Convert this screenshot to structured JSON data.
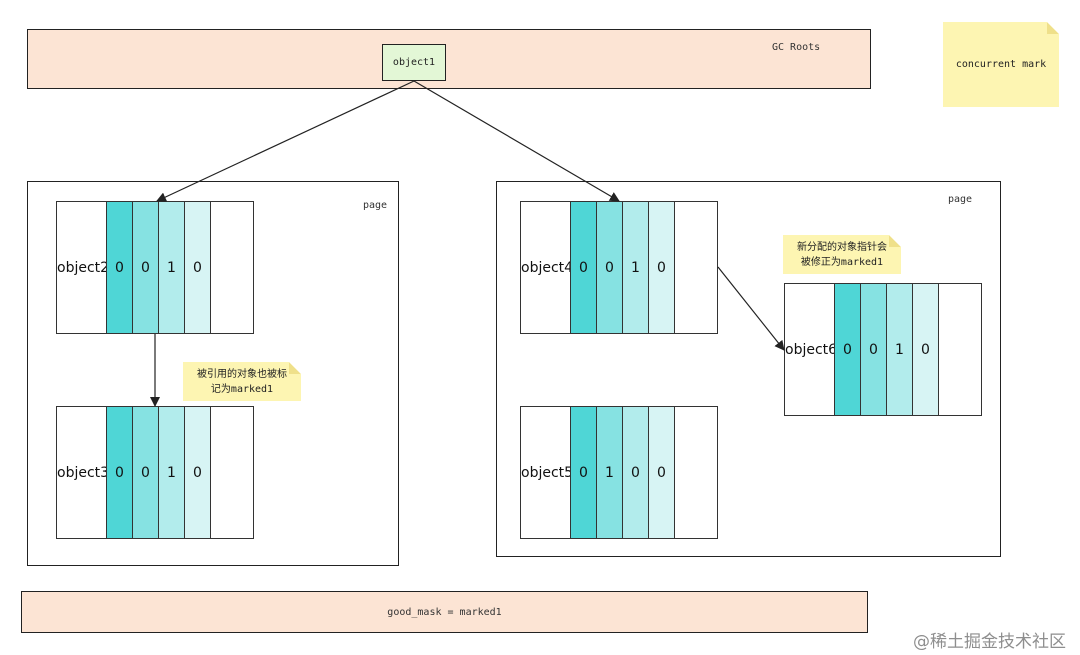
{
  "gc_roots": {
    "label": "GC Roots",
    "object1": "object1"
  },
  "concurrent_note": "concurrent mark",
  "left_page": {
    "label": "page",
    "objects": [
      {
        "name": "object2",
        "bits": [
          "0",
          "0",
          "1",
          "0"
        ]
      },
      {
        "name": "object3",
        "bits": [
          "0",
          "0",
          "1",
          "0"
        ]
      }
    ],
    "note_line1": "被引用的对象也被标",
    "note_line2": "记为marked1"
  },
  "right_page": {
    "label": "page",
    "objects": [
      {
        "name": "object4",
        "bits": [
          "0",
          "0",
          "1",
          "0"
        ]
      },
      {
        "name": "object5",
        "bits": [
          "0",
          "1",
          "0",
          "0"
        ]
      },
      {
        "name": "object6",
        "bits": [
          "0",
          "0",
          "1",
          "0"
        ]
      }
    ],
    "note_line1": "新分配的对象指针会",
    "note_line2": "被修正为marked1"
  },
  "bottom_band": {
    "label": "good_mask = marked1"
  },
  "watermark": "@稀土掘金技术社区",
  "colors": {
    "band_fill": "#fce4d4",
    "object1_fill": "#e3f7d6",
    "note_fill": "#fdf5b2",
    "bit_shades": [
      "#4fd6d6",
      "#86e2e2",
      "#b2ecec",
      "#d7f4f4"
    ]
  }
}
